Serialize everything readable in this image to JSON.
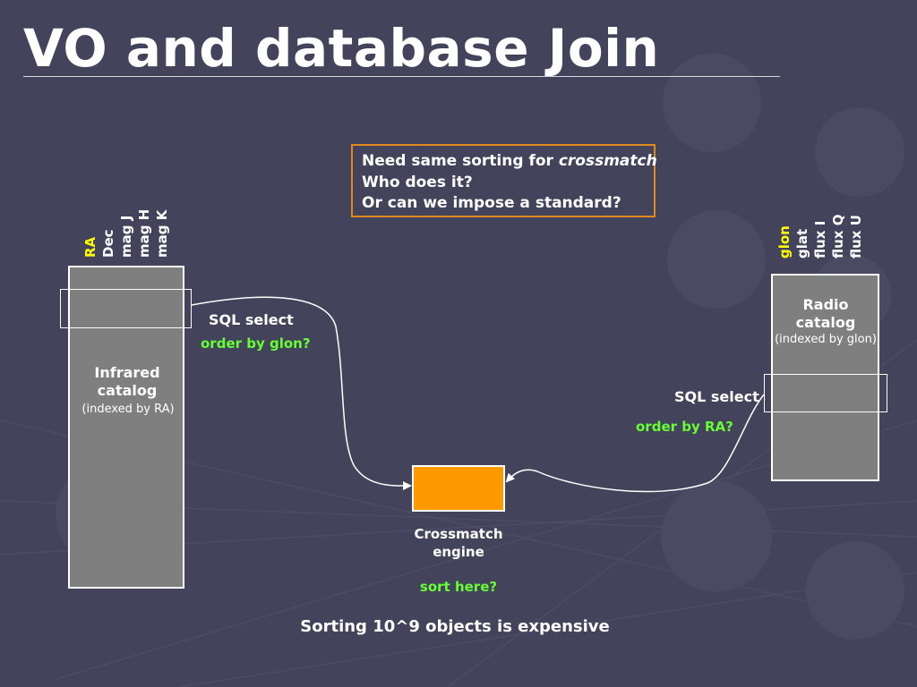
{
  "slide": {
    "title": "VO and database Join",
    "note": {
      "line1_prefix": "Need same sorting for ",
      "line1_italic": "crossmatch",
      "line2": "Who does it?",
      "line3": "Or can we impose a standard?"
    },
    "infrared": {
      "columns": [
        "RA",
        "Dec",
        "mag J",
        "mag H",
        "mag K"
      ],
      "name_line1": "Infrared",
      "name_line2": "catalog",
      "index_note": "(indexed by RA)",
      "query": "SQL select",
      "order": "order by glon?"
    },
    "radio": {
      "columns": [
        "glon",
        "glat",
        "flux I",
        "flux Q",
        "flux U"
      ],
      "name_line1": "Radio",
      "name_line2": "catalog",
      "index_note": "(indexed by glon)",
      "query": "SQL select",
      "order": "order by RA?"
    },
    "engine": {
      "label_line1": "Crossmatch",
      "label_line2": "engine",
      "note": "sort here?"
    },
    "footer": "Sorting 10^9 objects is expensive",
    "colors": {
      "background": "#43435b",
      "catalog_fill": "#7f7f7f",
      "engine_fill": "#ff9900",
      "note_border": "#e08a1e",
      "highlight": "#ffff00",
      "question": "#66ff33"
    }
  }
}
